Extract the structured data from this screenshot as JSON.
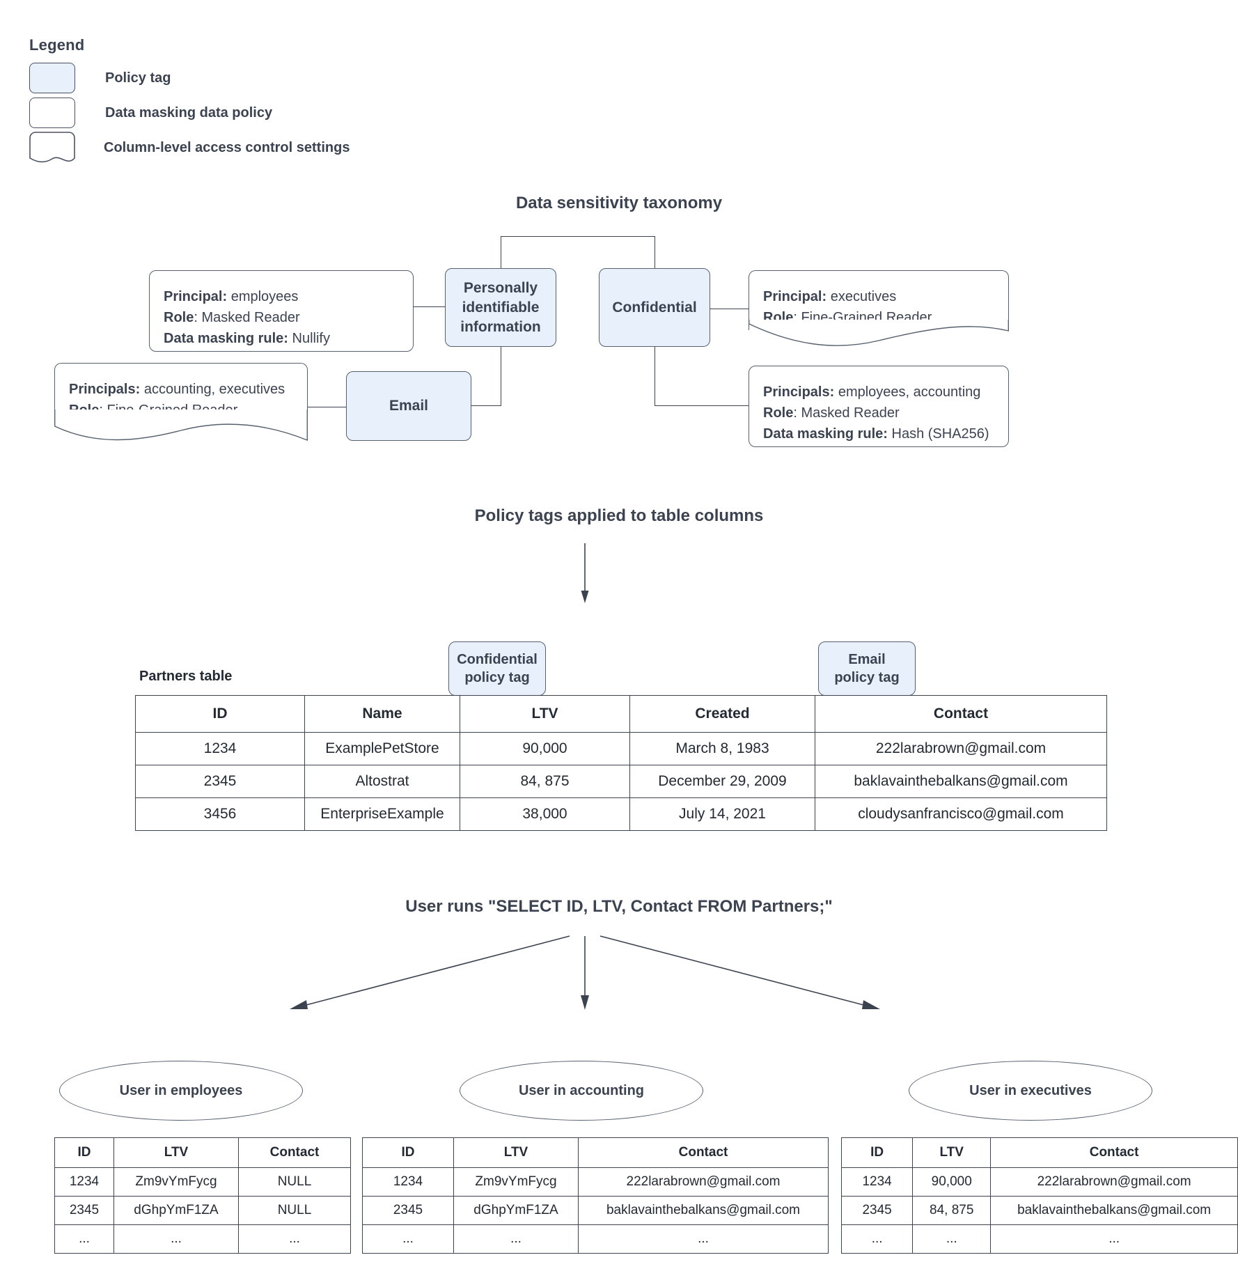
{
  "legend": {
    "title": "Legend",
    "items": [
      {
        "swatch": "policy-tag-swatch",
        "label": "Policy tag"
      },
      {
        "swatch": "data-masking-swatch",
        "label": "Data masking data policy"
      },
      {
        "swatch": "column-access-swatch",
        "label": "Column-level access control settings"
      }
    ]
  },
  "sections": {
    "taxonomy_title": "Data sensitivity taxonomy",
    "applied_title": "Policy tags applied to table columns",
    "query_title": "User runs \"SELECT ID, LTV, Contact FROM Partners;\""
  },
  "taxonomy": {
    "tags": {
      "pii": "Personally identifiable information",
      "confidential": "Confidential",
      "email": "Email"
    },
    "pii_masking_policy": {
      "line1_label": "Principal:",
      "line1_value": " employees",
      "line2_label": "Role",
      "line2_value": ": Masked Reader",
      "line3_label": "Data masking rule:",
      "line3_value": " Nullify"
    },
    "email_access_policy": {
      "line1_label": "Principals:",
      "line1_value": " accounting, executives",
      "line2_label": "Role",
      "line2_value": ": Fine-Grained Reader"
    },
    "confidential_access_policy": {
      "line1_label": "Principal:",
      "line1_value": " executives",
      "line2_label": "Role",
      "line2_value": ": Fine-Grained Reader"
    },
    "confidential_masking_policy": {
      "line1_label": "Principals:",
      "line1_value": " employees, accounting",
      "line2_label": "Role",
      "line2_value": ": Masked Reader",
      "line3_label": "Data masking rule:",
      "line3_value": " Hash (SHA256)"
    }
  },
  "partners": {
    "caption": "Partners table",
    "tag_confidential_l1": "Confidential",
    "tag_confidential_l2": "policy tag",
    "tag_email_l1": "Email",
    "tag_email_l2": "policy tag",
    "columns": [
      "ID",
      "Name",
      "LTV",
      "Created",
      "Contact"
    ],
    "rows": [
      [
        "1234",
        "ExamplePetStore",
        "90,000",
        "March 8, 1983",
        "222larabrown@gmail.com"
      ],
      [
        "2345",
        "Altostrat",
        "84, 875",
        "December 29, 2009",
        "baklavainthebalkans@gmail.com"
      ],
      [
        "3456",
        "EnterpriseExample",
        "38,000",
        "July 14, 2021",
        "cloudysanfrancisco@gmail.com"
      ]
    ]
  },
  "results": [
    {
      "persona": "User in employees",
      "columns": [
        "ID",
        "LTV",
        "Contact"
      ],
      "rows": [
        [
          "1234",
          "Zm9vYmFycg",
          "NULL"
        ],
        [
          "2345",
          "dGhpYmF1ZA",
          "NULL"
        ],
        [
          "...",
          "...",
          "..."
        ]
      ]
    },
    {
      "persona": "User in accounting",
      "columns": [
        "ID",
        "LTV",
        "Contact"
      ],
      "rows": [
        [
          "1234",
          "Zm9vYmFycg",
          "222larabrown@gmail.com"
        ],
        [
          "2345",
          "dGhpYmF1ZA",
          "baklavainthebalkans@gmail.com"
        ],
        [
          "...",
          "...",
          "..."
        ]
      ]
    },
    {
      "persona": "User in executives",
      "columns": [
        "ID",
        "LTV",
        "Contact"
      ],
      "rows": [
        [
          "1234",
          "90,000",
          "222larabrown@gmail.com"
        ],
        [
          "2345",
          "84, 875",
          "baklavainthebalkans@gmail.com"
        ],
        [
          "...",
          "...",
          "..."
        ]
      ]
    }
  ],
  "colors": {
    "policy_tag_fill": "#e8f1fb",
    "stroke": "#55606f",
    "text": "#3b4250"
  }
}
